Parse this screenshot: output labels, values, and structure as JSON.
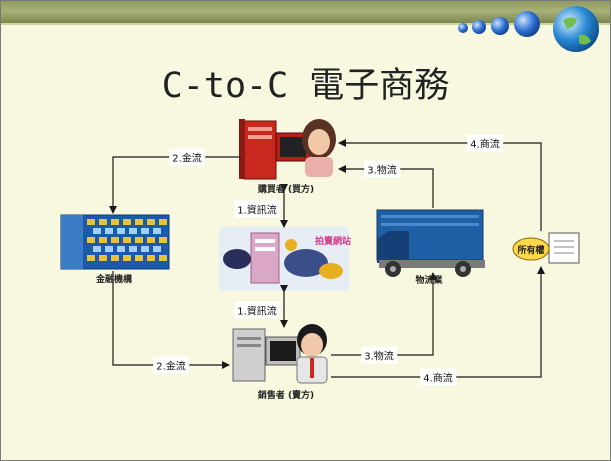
{
  "title": "C-to-C 電子商務",
  "nodes": {
    "buyer": "購買者 (買方)",
    "seller": "銷售者 (賣方)",
    "bank": "金融機構",
    "site": "拍賣網站",
    "logistics": "物流業",
    "ownership": "所有權"
  },
  "flows": {
    "money_top": "2.金流",
    "money_bottom": "2.金流",
    "info_top": "1.資訊流",
    "info_bottom": "1.資訊流",
    "goods_top": "3.物流",
    "goods_bottom": "3.物流",
    "biz_top": "4.商流",
    "biz_bottom": "4.商流"
  },
  "colors": {
    "topbar": "#9aa46a",
    "background": "#f8f7df",
    "arrow": "#1a1a1a",
    "truck_blue": "#1f5fa6",
    "site_pink": "#d63a8a"
  }
}
